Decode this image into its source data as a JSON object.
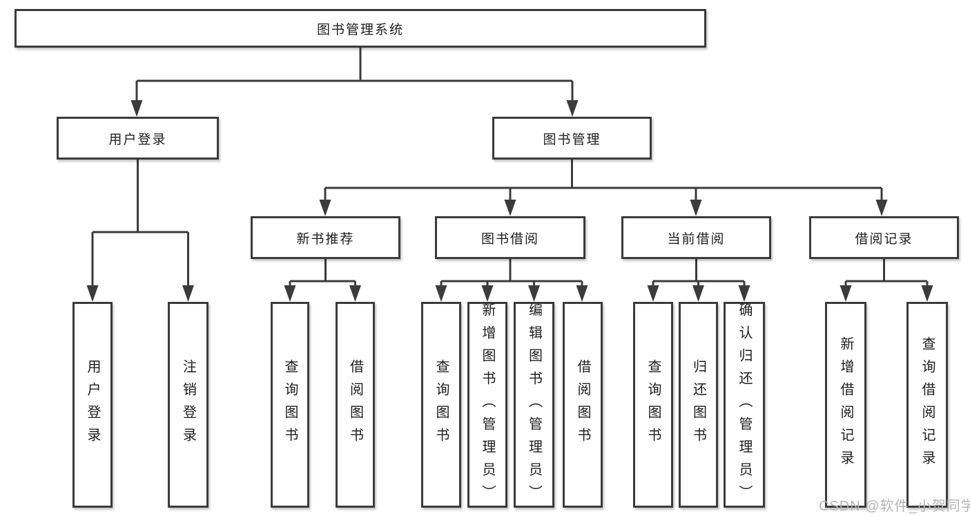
{
  "diagram_type": "hierarchy",
  "root": {
    "label": "图书管理系统"
  },
  "level1": [
    {
      "key": "user-login",
      "label": "用户登录",
      "parent": "图书管理系统"
    },
    {
      "key": "book-management",
      "label": "图书管理",
      "parent": "图书管理系统"
    }
  ],
  "level2": [
    {
      "key": "new-book-recommend",
      "label": "新书推荐",
      "parent": "图书管理"
    },
    {
      "key": "book-borrow",
      "label": "图书借阅",
      "parent": "图书管理"
    },
    {
      "key": "current-borrow",
      "label": "当前借阅",
      "parent": "图书管理"
    },
    {
      "key": "borrow-records",
      "label": "借阅记录",
      "parent": "图书管理"
    }
  ],
  "leaves": [
    {
      "label": "用户登录",
      "parent": "用户登录"
    },
    {
      "label": "注销登录",
      "parent": "用户登录"
    },
    {
      "label": "查询图书",
      "parent": "新书推荐"
    },
    {
      "label": "借阅图书",
      "parent": "新书推荐"
    },
    {
      "label": "查询图书",
      "parent": "图书借阅"
    },
    {
      "label": "新增图书（管理员）",
      "parent": "图书借阅"
    },
    {
      "label": "编辑图书（管理员）",
      "parent": "图书借阅"
    },
    {
      "label": "借阅图书",
      "parent": "图书借阅"
    },
    {
      "label": "查询图书",
      "parent": "当前借阅"
    },
    {
      "label": "归还图书",
      "parent": "当前借阅"
    },
    {
      "label": "确认归还（管理员）",
      "parent": "当前借阅"
    },
    {
      "label": "新增借阅记录",
      "parent": "借阅记录"
    },
    {
      "label": "查询借阅记录",
      "parent": "借阅记录"
    }
  ],
  "watermark": {
    "text": "CSDN @软件_小贺同学"
  },
  "colors": {
    "line": "#3b3b3b",
    "box_border": "#3b3b3b",
    "box_fill": "#ffffff",
    "text": "#1e1e1e",
    "watermark": "#b5b5b5",
    "background": "#ffffff"
  }
}
